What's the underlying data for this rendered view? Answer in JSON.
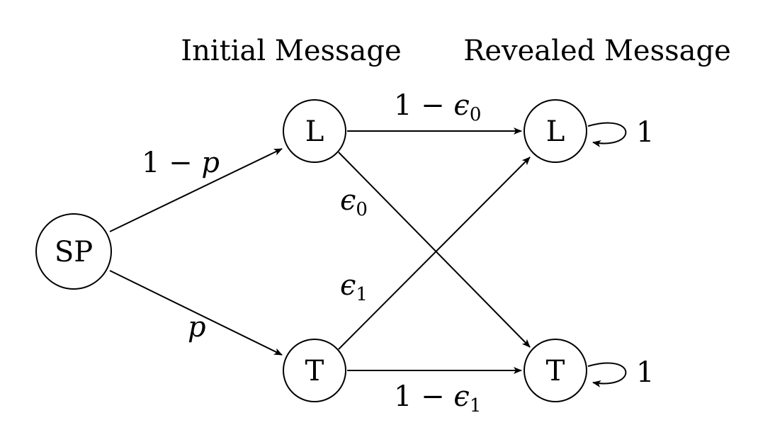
{
  "headers": {
    "initial": "Initial Message",
    "revealed": "Revealed Message"
  },
  "nodes": {
    "sp": "SP",
    "init_l": "L",
    "init_t": "T",
    "rev_l": "L",
    "rev_t": "T"
  },
  "edges": {
    "sp_l": {
      "prefix": "1 − ",
      "var": "p"
    },
    "sp_t": {
      "var": "p"
    },
    "l_l": {
      "prefix": "1 − ",
      "var": "ϵ",
      "sub": "0"
    },
    "l_t": {
      "var": "ϵ",
      "sub": "0"
    },
    "t_l": {
      "var": "ϵ",
      "sub": "1"
    },
    "t_t": {
      "prefix": "1 − ",
      "var": "ϵ",
      "sub": "1"
    },
    "loop_l": "1",
    "loop_t": "1"
  }
}
